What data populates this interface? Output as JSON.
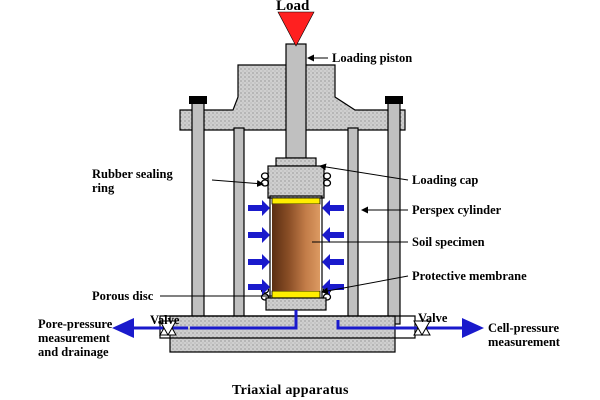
{
  "labels": {
    "load": "Load",
    "loading_piston": "Loading piston",
    "rubber_sealing_ring_line1": "Rubber sealing",
    "rubber_sealing_ring_line2": "ring",
    "loading_cap": "Loading cap",
    "perspex_cylinder": "Perspex cylinder",
    "soil_specimen": "Soil specimen",
    "porous_disc": "Porous disc",
    "protective_membrane": "Protective membrane",
    "valve_left": "Valve",
    "valve_right": "Valve",
    "pore_pressure_line1": "Pore-pressure",
    "pore_pressure_line2": "measurement",
    "pore_pressure_line3": "and drainage",
    "cell_pressure_line1": "Cell-pressure",
    "cell_pressure_line2": "measurement"
  },
  "title": "Triaxial apparatus",
  "colors": {
    "load_arrow": "#ff2020",
    "pressure_arrows": "#1a1acc",
    "steel": "#c0c0c0",
    "porous_disc": "#ffee00",
    "specimen_dark": "#6b3a1a",
    "specimen_light": "#d08a52"
  }
}
